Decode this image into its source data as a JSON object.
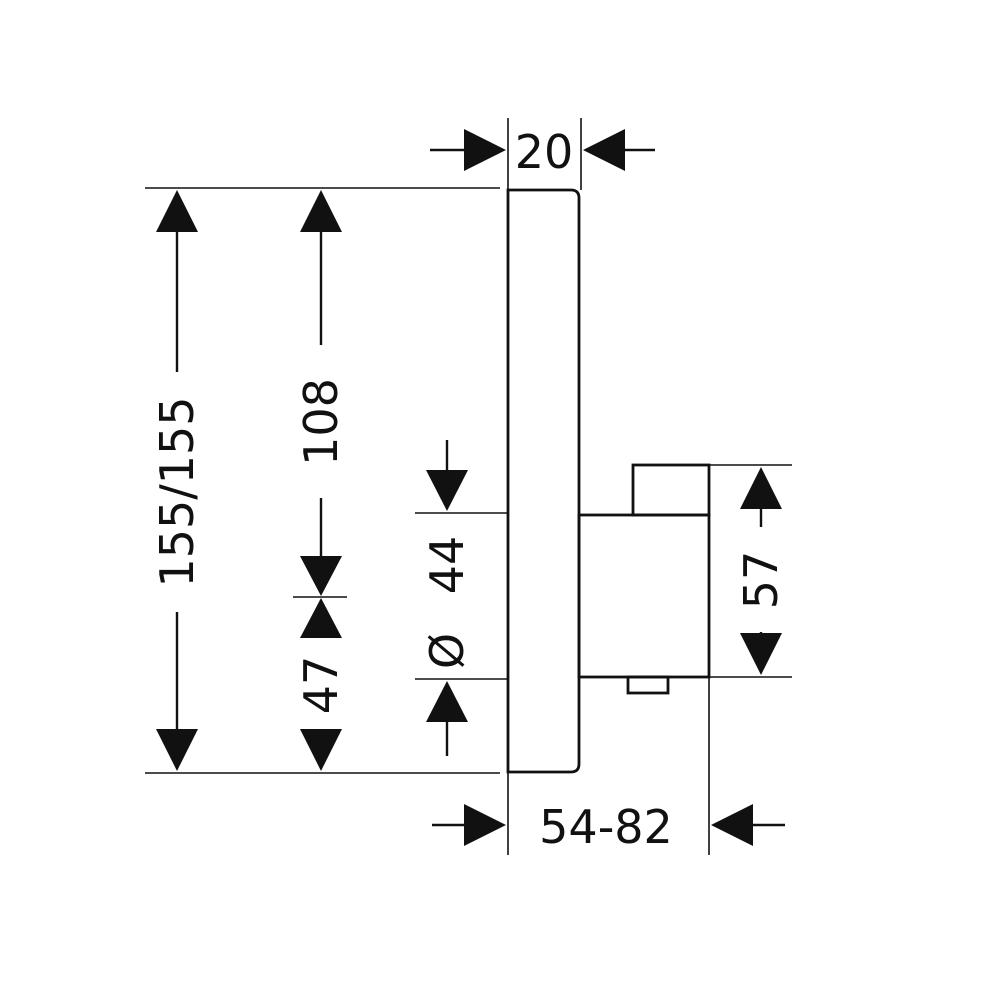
{
  "dimensions": {
    "top_width": "20",
    "total_height": "155/155",
    "height_upper": "108",
    "height_lower": "47",
    "diameter_symbol": "Ø",
    "diameter_value": "44",
    "body_height": "57",
    "depth_range": "54-82"
  },
  "colors": {
    "line": "#111111",
    "background": "#ffffff"
  }
}
